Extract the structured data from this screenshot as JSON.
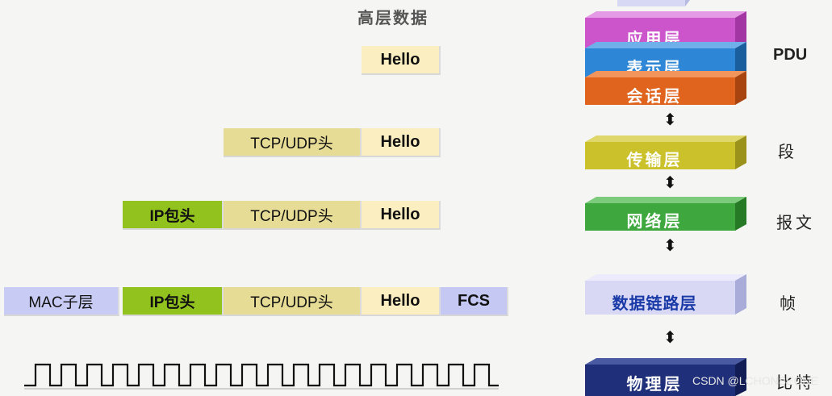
{
  "title": "高层数据",
  "rows": {
    "r1": {
      "hello": "Hello"
    },
    "r2": {
      "tcp": "TCP/UDP头",
      "hello": "Hello"
    },
    "r3": {
      "ip": "IP包头",
      "tcp": "TCP/UDP头",
      "hello": "Hello"
    },
    "r4": {
      "mac": "MAC子层",
      "ip": "IP包头",
      "tcp": "TCP/UDP头",
      "hello": "Hello",
      "fcs": "FCS"
    }
  },
  "layers": {
    "app": "应用层",
    "pres": "表示层",
    "sess": "会话层",
    "trans": "传输层",
    "net": "网络层",
    "link": "数据链路层",
    "phys": "物理层"
  },
  "pdu": {
    "upper": "PDU",
    "segment": "段",
    "packet": "报文",
    "frame": "帧",
    "bit": "比特"
  },
  "arrow_symbol": "⬍",
  "watermark": "CSDN @LCHONSEONE",
  "colors": {
    "app": "#cc55cc",
    "pres": "#2e86d6",
    "sess": "#e0641e",
    "trans": "#cbc12a",
    "net": "#3ea83e",
    "link": "#d8d8f4",
    "phys": "#202f7a"
  }
}
